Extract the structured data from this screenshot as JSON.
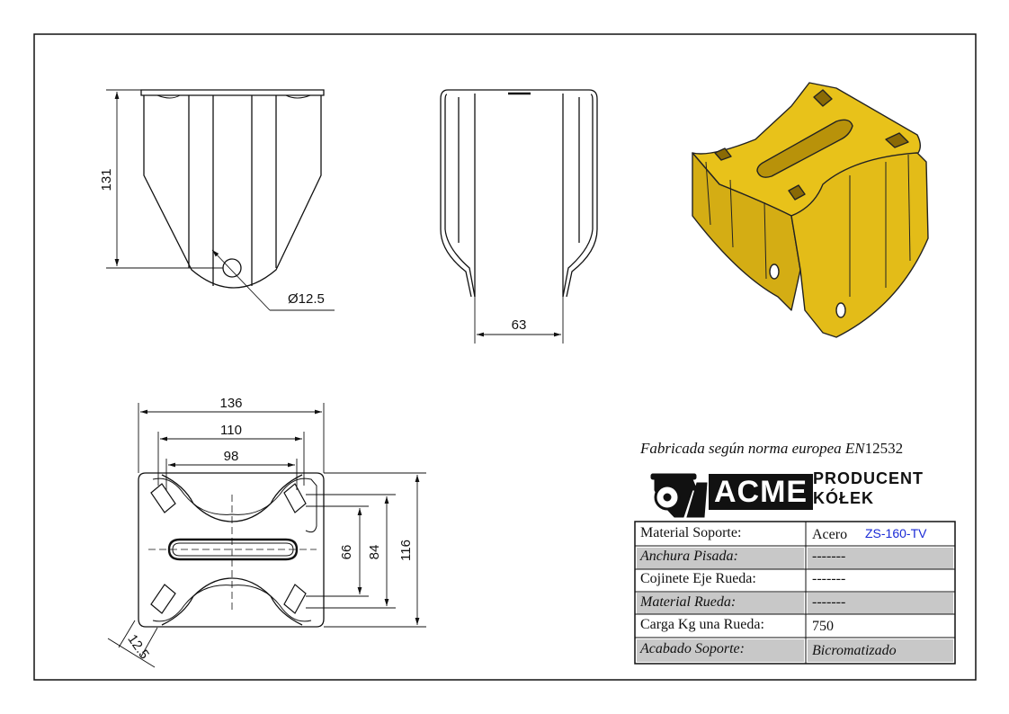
{
  "views": {
    "side": {
      "dim_height": "131",
      "dim_hole": "Ø12.5"
    },
    "front": {
      "dim_width": "63"
    },
    "top": {
      "dim_136": "136",
      "dim_110": "110",
      "dim_98": "98",
      "dim_66": "66",
      "dim_84": "84",
      "dim_116": "116",
      "dim_slot": "12.5"
    }
  },
  "norm": {
    "prefix": "Fabricada según norma europea ",
    "en": "EN",
    "number": "12532"
  },
  "logo": {
    "brand": "ACME",
    "line1": "PRODUCENT",
    "line2": "KÓŁEK"
  },
  "title_block": {
    "code": "ZS-160-TV",
    "rows": [
      {
        "label": "Material Soporte:",
        "value": "Acero"
      },
      {
        "label": "Anchura Pisada:",
        "value": "-------"
      },
      {
        "label": "Cojinete Eje Rueda:",
        "value": "-------"
      },
      {
        "label": "Material Rueda:",
        "value": "-------"
      },
      {
        "label": "Carga Kg una Rueda:",
        "value": "750"
      },
      {
        "label": "Acabado Soporte:",
        "value": "Bicromatizado"
      }
    ]
  },
  "colors": {
    "part": "#e8c21a",
    "part_shadow": "#b8920a",
    "shade": "#c8c8c8",
    "code": "#1a2ad6"
  }
}
